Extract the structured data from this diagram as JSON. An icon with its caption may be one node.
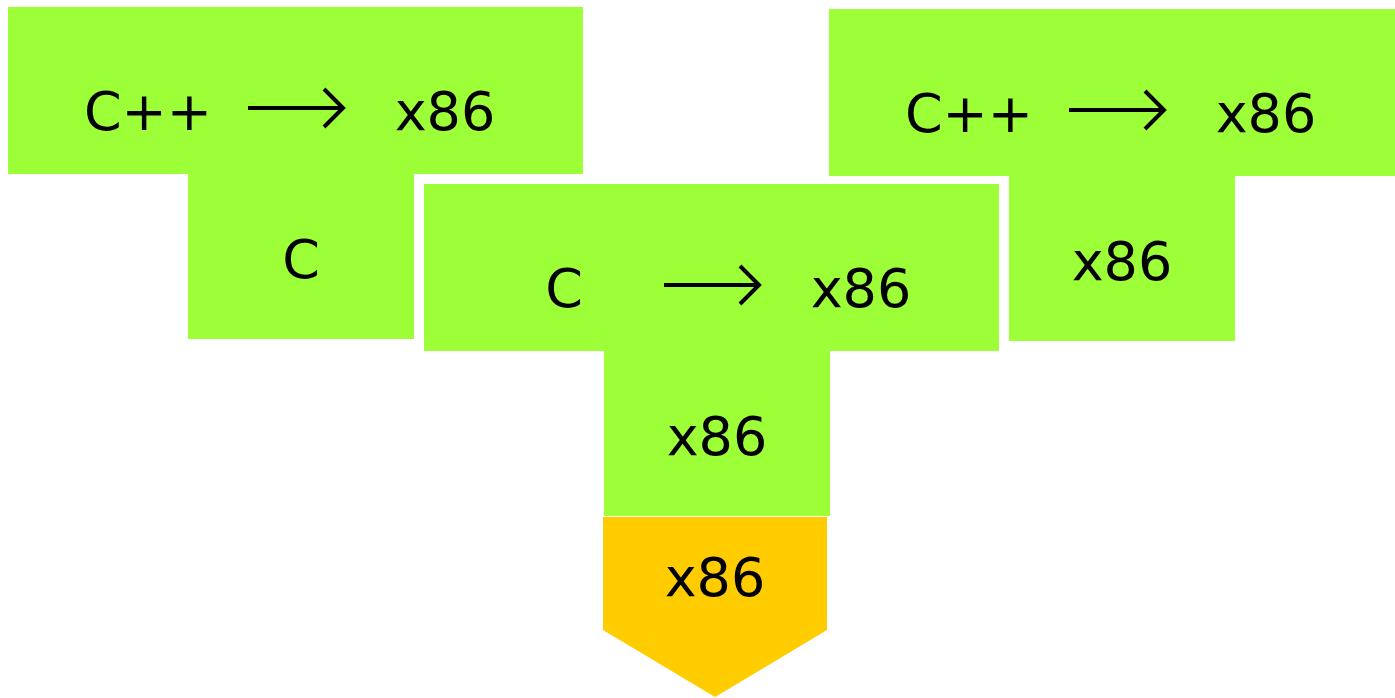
{
  "diagram": {
    "nodes": [
      {
        "text": [
          "C++",
          "x86",
          "C"
        ]
      },
      {
        "text": [
          "C++",
          "x86",
          "x86"
        ]
      },
      {
        "text": [
          "C",
          "x86",
          "x86"
        ]
      },
      {
        "text": [
          "x86"
        ]
      }
    ],
    "edges": []
  }
}
